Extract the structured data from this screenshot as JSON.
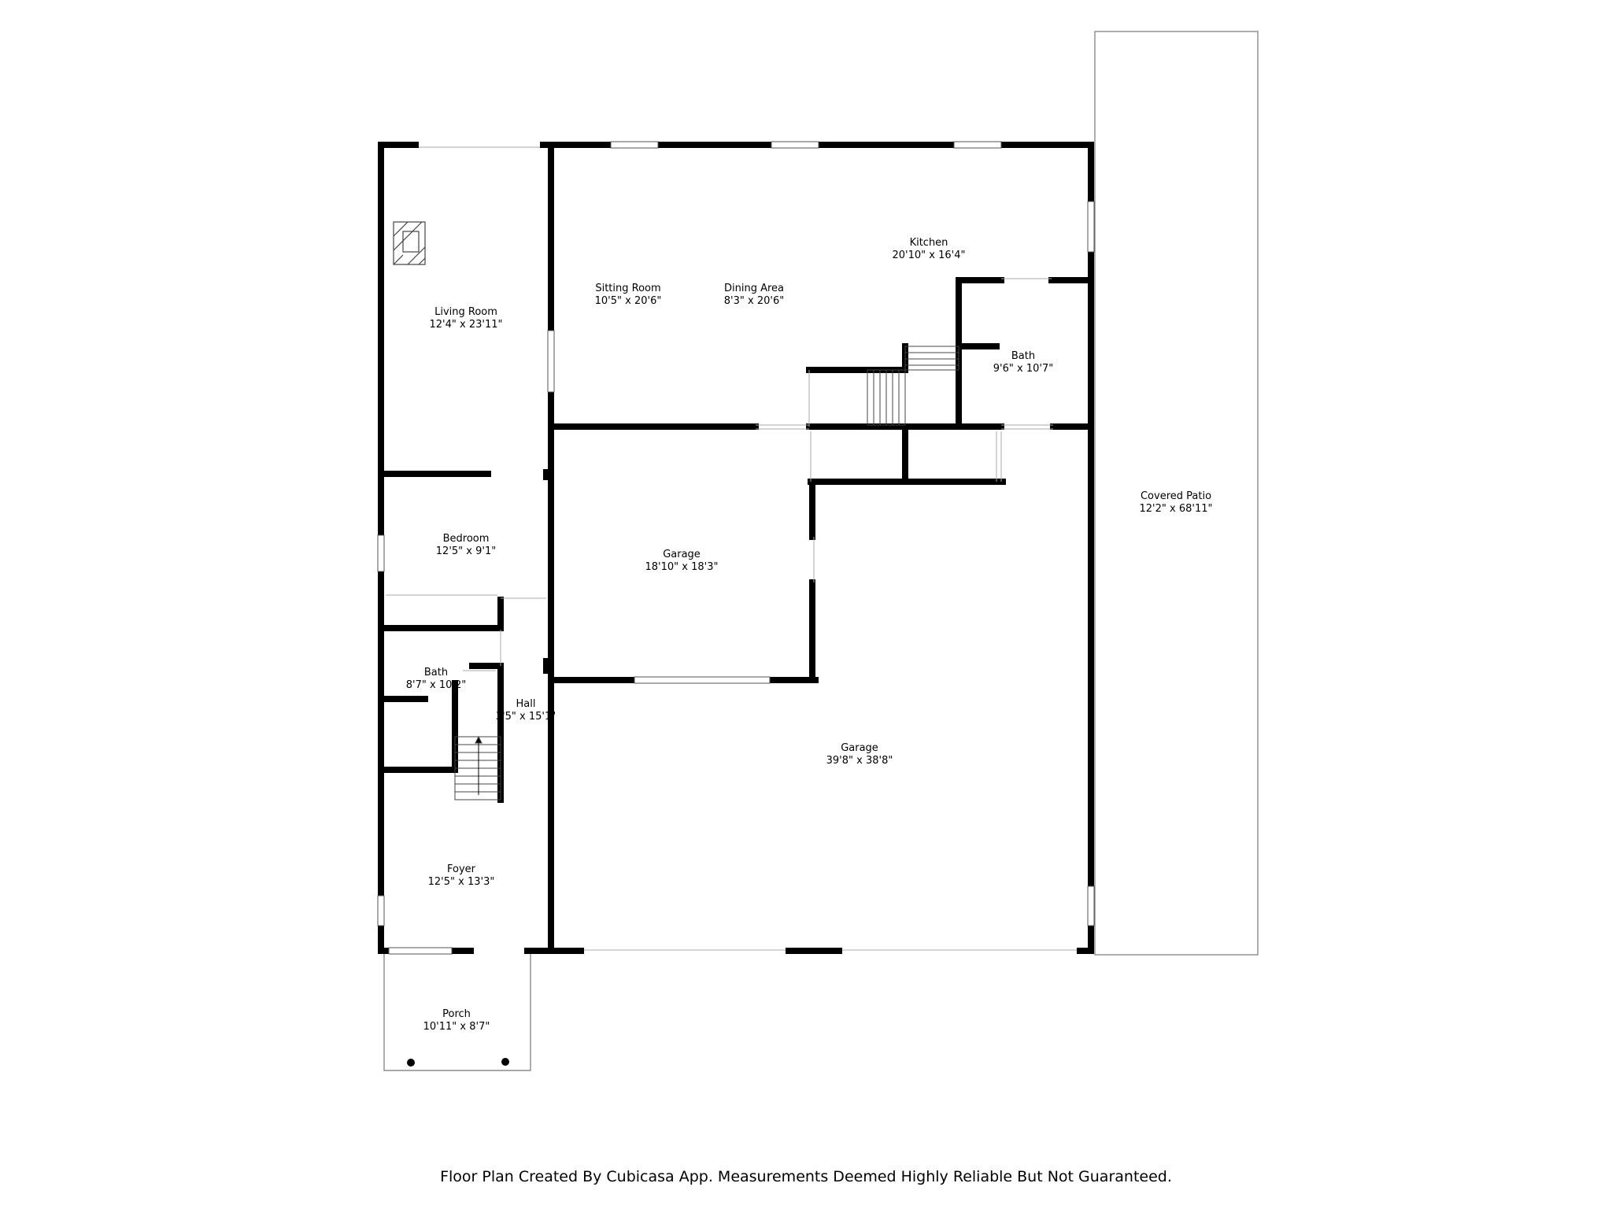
{
  "rooms": [
    {
      "id": "living-room",
      "name": "Living Room",
      "size": "12'4\" x 23'11\""
    },
    {
      "id": "sitting-room",
      "name": "Sitting Room",
      "size": "10'5\" x 20'6\""
    },
    {
      "id": "dining-area",
      "name": "Dining Area",
      "size": "8'3\" x 20'6\""
    },
    {
      "id": "kitchen",
      "name": "Kitchen",
      "size": "20'10\" x 16'4\""
    },
    {
      "id": "bath-upper",
      "name": "Bath",
      "size": "9'6\" x 10'7\""
    },
    {
      "id": "covered-patio",
      "name": "Covered Patio",
      "size": "12'2\" x 68'11\""
    },
    {
      "id": "bedroom",
      "name": "Bedroom",
      "size": "12'5\" x 9'1\""
    },
    {
      "id": "garage-small",
      "name": "Garage",
      "size": "18'10\" x 18'3\""
    },
    {
      "id": "bath-lower",
      "name": "Bath",
      "size": "8'7\" x 10'2\""
    },
    {
      "id": "hall",
      "name": "Hall",
      "size": "3'5\" x 15'1\""
    },
    {
      "id": "garage-large",
      "name": "Garage",
      "size": "39'8\" x 38'8\""
    },
    {
      "id": "foyer",
      "name": "Foyer",
      "size": "12'5\" x 13'3\""
    },
    {
      "id": "porch",
      "name": "Porch",
      "size": "10'11\" x 8'7\""
    }
  ],
  "footer": "Floor Plan Created By Cubicasa App. Measurements Deemed Highly Reliable But Not Guaranteed."
}
